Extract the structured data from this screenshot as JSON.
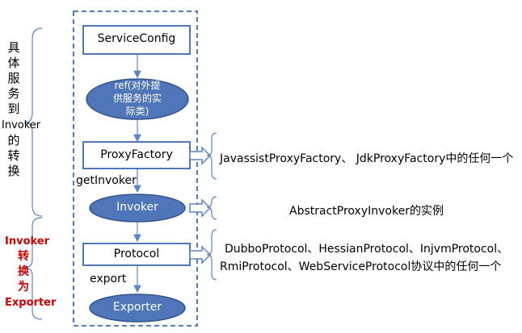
{
  "left_group_1": {
    "chars": [
      "具",
      "体",
      "服",
      "务",
      "到"
    ],
    "word": "Invoker",
    "chars_after": [
      "的",
      "转",
      "换"
    ]
  },
  "left_group_2": {
    "word1": "Invoker",
    "chars": [
      "转",
      "换",
      "为"
    ],
    "word2": "Exporter"
  },
  "nodes": {
    "service_config": "ServiceConfig",
    "ref_line1": "ref(对外提",
    "ref_line2": "供服务的实",
    "ref_line3": "际类)",
    "proxy_factory": "ProxyFactory",
    "invoker": "Invoker",
    "protocol": "Protocol",
    "exporter": "Exporter"
  },
  "edge_labels": {
    "get_invoker": "getInvoker",
    "export": "export"
  },
  "notes": {
    "proxy_factory_impl": "JavassistProxyFactory、 JdkProxyFactory中的任何一个",
    "invoker_impl": "AbstractProxyInvoker的实例",
    "protocol_impl_line1": "DubboProtocol、HessianProtocol、InjvmProtocol、",
    "protocol_impl_line2": "RmiProtocol、WebServiceProtocol协议中的任何一个"
  },
  "colors": {
    "oval_fill": "#4f76b8",
    "oval_stroke": "#35558f",
    "box_stroke": "#4f76b8",
    "dashed_border": "#3d6db5",
    "brace": "#5b83c8",
    "highlight_text": "#cc0000"
  }
}
